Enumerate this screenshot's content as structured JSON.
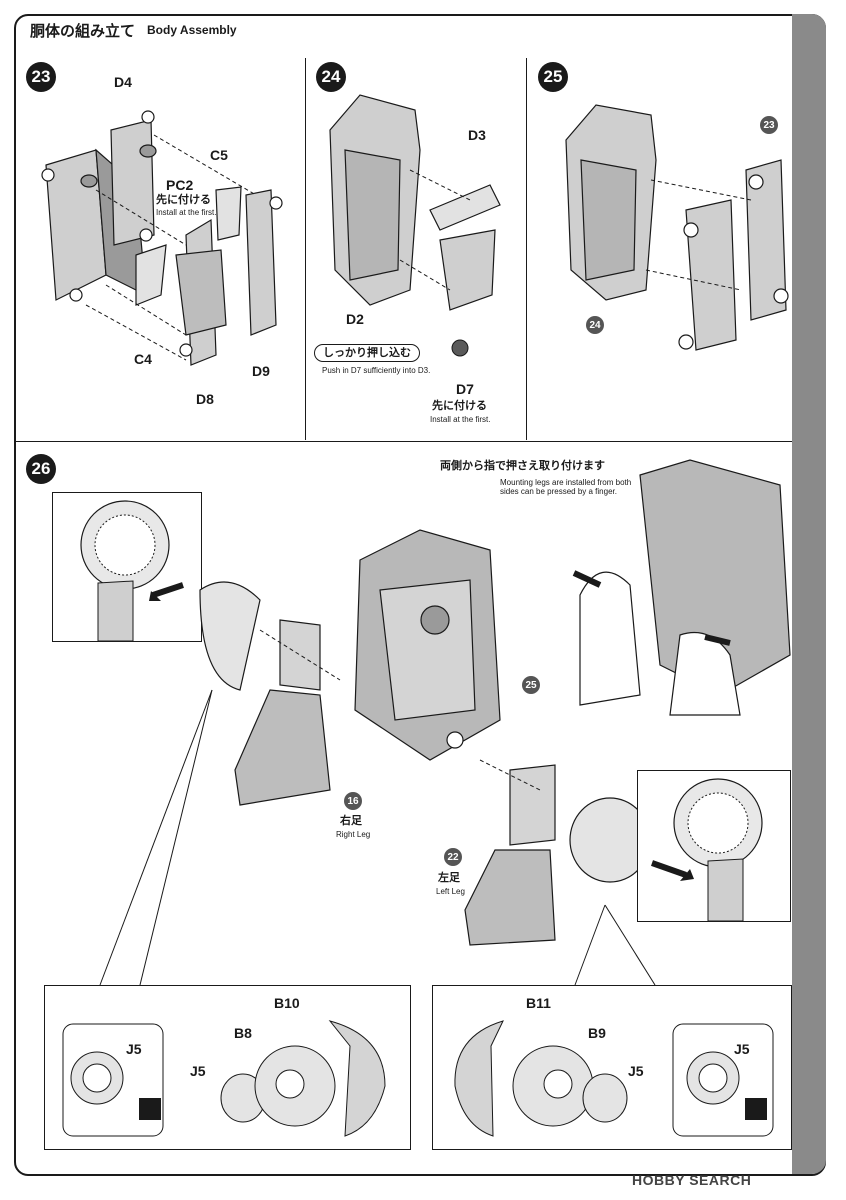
{
  "header": {
    "title_jp": "胴体の組み立て",
    "title_en": "Body Assembly"
  },
  "steps": {
    "s23": "23",
    "s24": "24",
    "s25": "25",
    "s26": "26"
  },
  "step23": {
    "d4": "D4",
    "c5": "C5",
    "pc2": "PC2",
    "pc2_jp": "先に付ける",
    "pc2_en": "Install at the first.",
    "c4": "C4",
    "d8": "D8",
    "d9": "D9"
  },
  "step24": {
    "d3": "D3",
    "d2": "D2",
    "push_jp": "しっかり押し込む",
    "push_en": "Push in D7 sufficiently into D3.",
    "d7": "D7",
    "d7_jp": "先に付ける",
    "d7_en": "Install at the first."
  },
  "step25": {
    "ref23": "23",
    "ref24": "24"
  },
  "step26": {
    "mount_jp": "両側から指で押さえ取り付けます",
    "mount_en": "Mounting legs are installed from both sides can be pressed by a finger.",
    "ref25": "25",
    "ref16": "16",
    "right_leg_jp": "右足",
    "right_leg_en": "Right Leg",
    "ref22": "22",
    "left_leg_jp": "左足",
    "left_leg_en": "Left Leg",
    "left_box": {
      "b10": "B10",
      "b8": "B8",
      "j5_a": "J5",
      "j5_b": "J5"
    },
    "right_box": {
      "b11": "B11",
      "b9": "B9",
      "j5_a": "J5",
      "j5_b": "J5"
    }
  },
  "watermark": "HOBBY SEARCH"
}
